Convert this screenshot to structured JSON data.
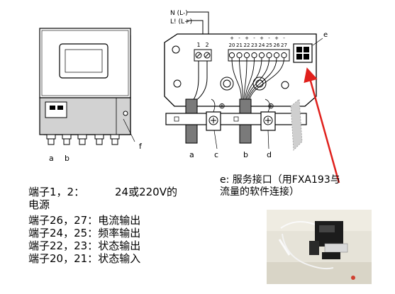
{
  "figure": {
    "wire_labels": {
      "n": "N (L-)",
      "l": "L! (L+)"
    },
    "left_callouts": {
      "a": "a",
      "b": "b",
      "f": "f"
    },
    "power_terminals": [
      "1",
      "2"
    ],
    "signal_terminals": [
      "20",
      "21",
      "22",
      "23",
      "24",
      "25",
      "26",
      "27"
    ],
    "signal_polarity": [
      "+",
      "-",
      "+",
      "-",
      "+",
      "-",
      "+",
      "-"
    ],
    "right_callouts": {
      "a": "a",
      "c": "c",
      "b": "b",
      "d": "d",
      "e": "e"
    },
    "ground_symbol": "⊕"
  },
  "terminal_list": [
    {
      "label": "端子1，2：",
      "desc": "24或220V的"
    },
    {
      "label": "电源",
      "desc": ""
    },
    {
      "label": "端子26，27：",
      "desc": "电流输出"
    },
    {
      "label": "端子24，25：",
      "desc": "频率输出"
    },
    {
      "label": "端子22，23：",
      "desc": "状态输出"
    },
    {
      "label": "端子20，21：",
      "desc": "状态输入"
    }
  ],
  "service_note": {
    "line1": "e: 服务接口（用FXA193与",
    "line2": "流量的软件连接）"
  },
  "colors": {
    "arrow": "#e0201c",
    "cover_shade": "#d2d2d2",
    "cable": "#7a7a7a"
  }
}
